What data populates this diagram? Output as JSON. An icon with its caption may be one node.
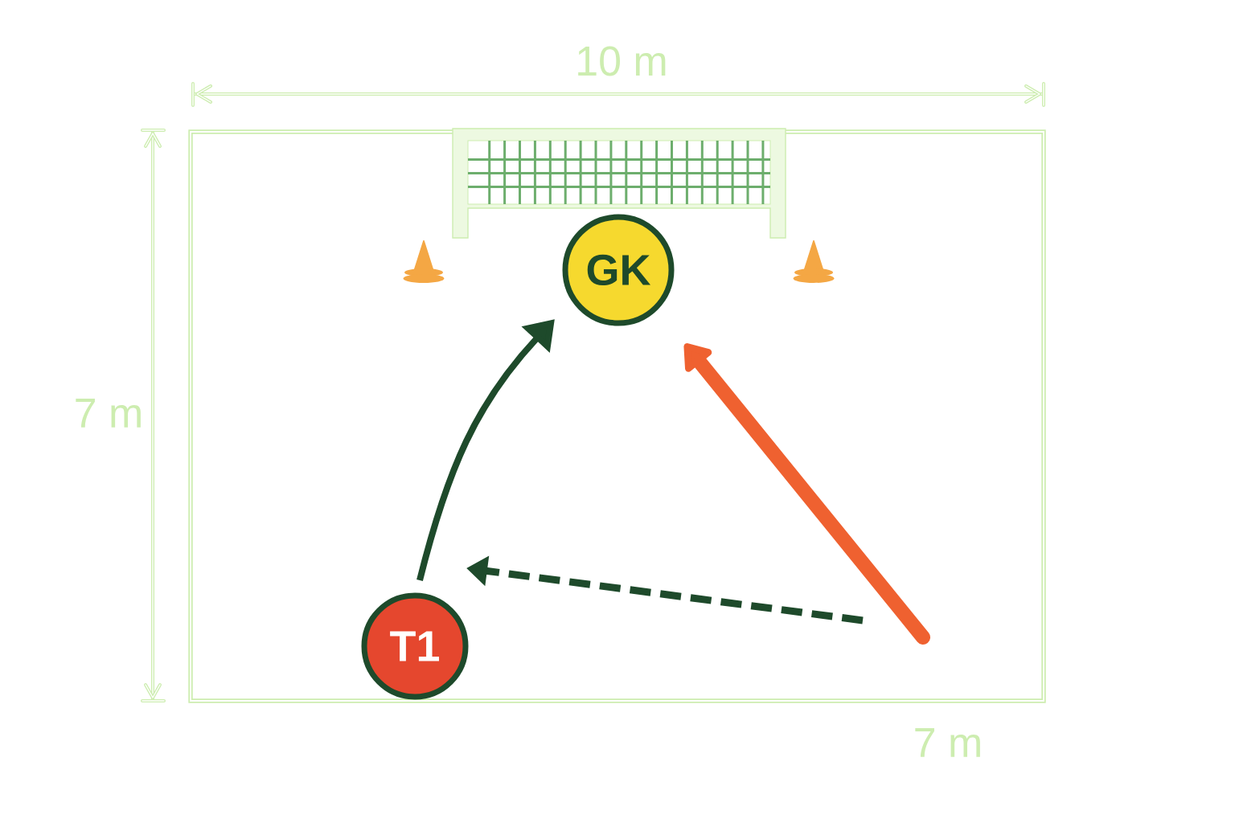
{
  "diagram": {
    "nodes": [
      {
        "text": [
          "GK"
        ]
      },
      {
        "text": [
          "T1"
        ]
      }
    ],
    "edges": [
      {
        "from": 1,
        "to": 0,
        "arrow": "to"
      },
      {
        "from": null,
        "to": 1,
        "arrow": "to",
        "style": "dashed"
      },
      {
        "from": null,
        "to": 0,
        "arrow": "to",
        "style": "thick",
        "color": "#ef6130"
      }
    ],
    "labels": [
      "10 m",
      "7 m",
      "7 m"
    ]
  }
}
